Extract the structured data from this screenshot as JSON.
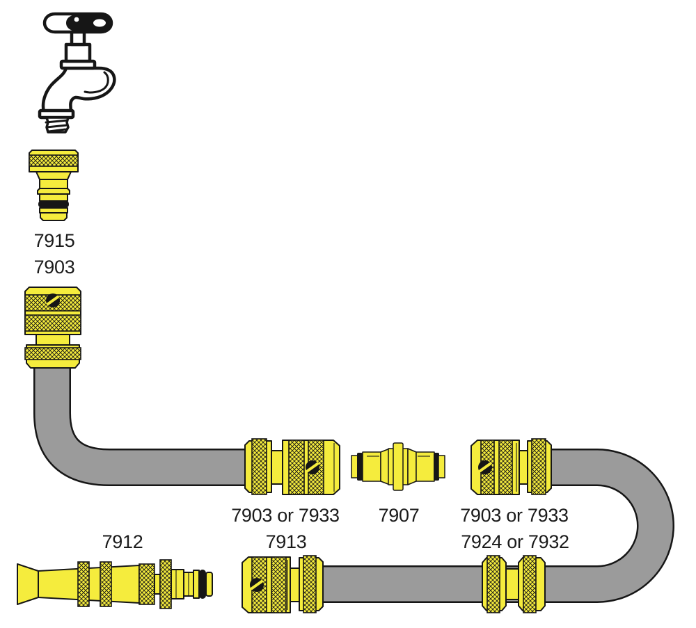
{
  "colors": {
    "part-yellow": "#F5EC3D",
    "hose-gray": "#9B9B9B",
    "outline-black": "#161616",
    "background": "#FFFFFF"
  },
  "parts": {
    "tap": {
      "icon": "tap-icon"
    },
    "tap_connector": {
      "label": "7915"
    },
    "hose_end_connector_top": {
      "label": "7903"
    },
    "hose_end_connector_left": {
      "label": "7903 or 7933"
    },
    "double_male_joiner": {
      "label": "7907"
    },
    "hose_end_connector_right": {
      "label": "7903 or 7933"
    },
    "spray_nozzle": {
      "label": "7912"
    },
    "hose_end_connector_bottom": {
      "label": "7913"
    },
    "hose_repairer": {
      "label": "7924 or 7932"
    }
  }
}
